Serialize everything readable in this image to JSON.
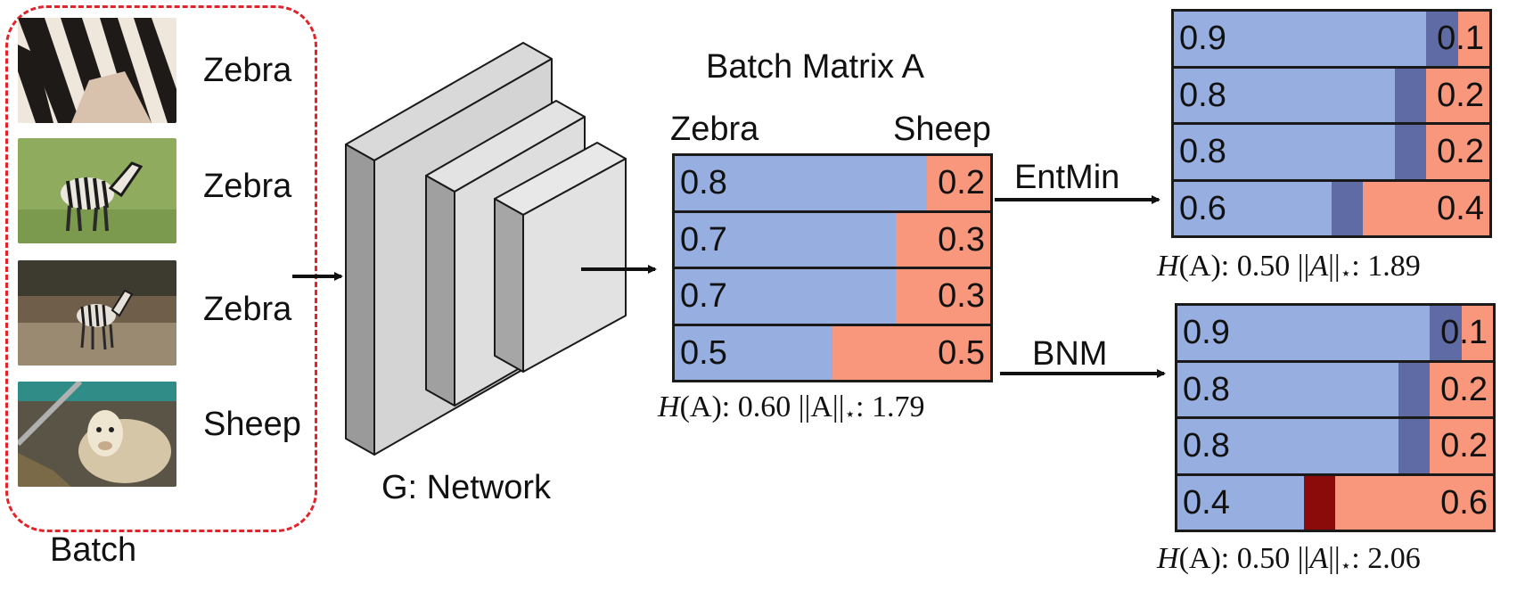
{
  "batch": {
    "title": "Batch",
    "items": [
      {
        "label": "Zebra",
        "image": "zebra-closeup"
      },
      {
        "label": "Zebra",
        "image": "zebra-foal-grass"
      },
      {
        "label": "Zebra",
        "image": "zebra-foal-dirt"
      },
      {
        "label": "Sheep",
        "image": "sheep"
      }
    ]
  },
  "network": {
    "label": "G: Network"
  },
  "matrix": {
    "title": "Batch Matrix A",
    "col_left": "Zebra",
    "col_right": "Sheep",
    "rows": [
      [
        0.8,
        0.2
      ],
      [
        0.7,
        0.3
      ],
      [
        0.7,
        0.3
      ],
      [
        0.5,
        0.5
      ]
    ],
    "labels": [
      [
        "0.8",
        "0.2"
      ],
      [
        "0.7",
        "0.3"
      ],
      [
        "0.7",
        "0.3"
      ],
      [
        "0.5",
        "0.5"
      ]
    ],
    "metric": {
      "h_value": "0.60",
      "nuc_value": "1.79"
    }
  },
  "entmin": {
    "label": "EntMin",
    "rows": [
      [
        0.9,
        0.1
      ],
      [
        0.8,
        0.2
      ],
      [
        0.8,
        0.2
      ],
      [
        0.6,
        0.4
      ]
    ],
    "labels": [
      [
        "0.9",
        "0.1"
      ],
      [
        "0.8",
        "0.2"
      ],
      [
        "0.8",
        "0.2"
      ],
      [
        "0.6",
        "0.4"
      ]
    ],
    "change_color": "#5f6ba4",
    "metric": {
      "h_value": "0.50",
      "nuc_value": "1.89"
    }
  },
  "bnm": {
    "label": "BNM",
    "rows": [
      [
        0.9,
        0.1
      ],
      [
        0.8,
        0.2
      ],
      [
        0.8,
        0.2
      ],
      [
        0.4,
        0.6
      ]
    ],
    "labels": [
      [
        "0.9",
        "0.1"
      ],
      [
        "0.8",
        "0.2"
      ],
      [
        "0.8",
        "0.2"
      ],
      [
        "0.4",
        "0.6"
      ]
    ],
    "change_color": "#5f6ba4",
    "alt_change_color": "#8b0a0a",
    "metric": {
      "h_value": "0.50",
      "nuc_value": "2.06"
    }
  },
  "colors": {
    "zebra_blue": "#97aee0",
    "sheep_orange": "#f8977c",
    "batch_border": "#e0242a"
  }
}
